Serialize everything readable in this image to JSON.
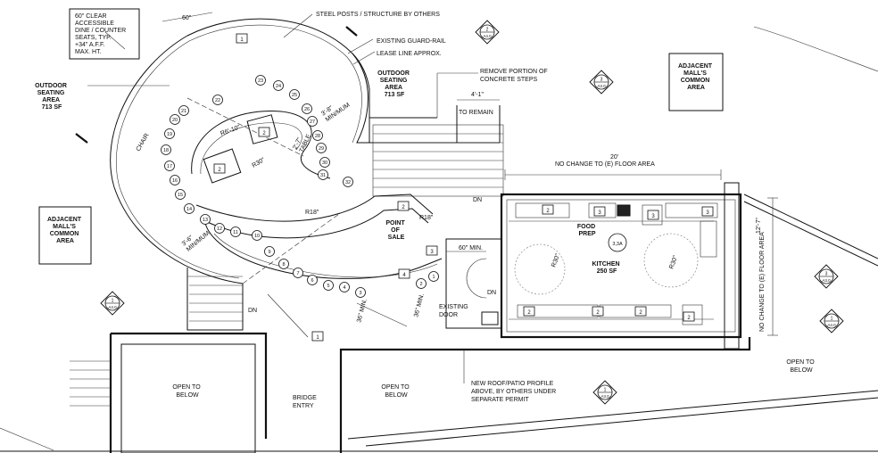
{
  "notes": {
    "seating_note": [
      "60\" CLEAR",
      "ACCESSIBLE",
      "DINE / COUNTER",
      "SEATS, TYP.",
      "+34\" A.F.F.",
      "MAX. HT."
    ],
    "steel_posts": "STEEL POSTS / STRUCTURE BY OTHERS",
    "guard_rail": "EXISTING GUARD-RAIL",
    "lease_line": "LEASE LINE APPROX.",
    "remove_steps": [
      "REMOVE PORTION OF",
      "CONCRETE STEPS"
    ],
    "to_remain": "TO REMAIN",
    "dim_4_1": "4'-1\"",
    "new_roof": [
      "NEW ROOF/PATIO PROFILE",
      "ABOVE, BY OTHERS UNDER",
      "SEPARATE PERMIT"
    ],
    "existing_door": [
      "EXISTING",
      "DOOR"
    ],
    "bridge_entry": [
      "BRIDGE",
      "ENTRY"
    ],
    "dn": "DN",
    "no_change_top": "NO CHANGE TO (E) FLOOR AREA",
    "no_change_side": "NO CHANGE TO (E) FLOOR AREA",
    "dim_20": "20'",
    "dim_12_7": "12'-7\"",
    "dim_60_top": "60\"",
    "dim_60_min": "60\" MIN.",
    "dim_36_min_a": "36\" MIN.",
    "dim_36_min_b": "36\" MIN.",
    "dim_3_8_min": [
      "3'-8\"",
      "MIN/MUM"
    ],
    "dim_3_6_min": [
      "3'-6\"",
      "MIN/MUM"
    ],
    "dim_2_7": [
      "2'-7\"",
      "TABLE"
    ],
    "chair_label": "CHAIR",
    "r6_10": "R6'-10\"",
    "r30_a": "R30\"",
    "r18_a": "R18\"",
    "r18_b": "R18\"",
    "r30_b": "R30\"",
    "r30_c": "R30\""
  },
  "areas": {
    "outdoor_left": [
      "OUTDOOR",
      "SEATING",
      "AREA",
      "713 SF"
    ],
    "outdoor_right": [
      "OUTDOOR",
      "SEATING",
      "AREA",
      "713 SF"
    ],
    "point_of_sale": [
      "POINT",
      "OF",
      "SALE"
    ],
    "food_prep": [
      "FOOD",
      "PREP"
    ],
    "kitchen": [
      "KITCHEN",
      "250 SF"
    ],
    "adjacent_left": [
      "ADJACENT",
      "MALL'S",
      "COMMON",
      "AREA"
    ],
    "adjacent_right": [
      "ADJACENT",
      "MALL'S",
      "COMMON",
      "AREA"
    ],
    "open_below_1": [
      "OPEN TO",
      "BELOW"
    ],
    "open_below_2": [
      "OPEN TO",
      "BELOW"
    ],
    "open_below_3": [
      "OPEN TO",
      "BELOW"
    ]
  },
  "seat_numbers": [
    "1",
    "2",
    "3",
    "4",
    "5",
    "6",
    "7",
    "8",
    "9",
    "10",
    "11",
    "12",
    "13",
    "14",
    "15",
    "16",
    "17",
    "18",
    "19",
    "20",
    "21",
    "22",
    "23",
    "24",
    "25",
    "26",
    "27",
    "28",
    "29",
    "30",
    "31",
    "32"
  ],
  "equipment_tags": {
    "t1": "1",
    "t2": "2",
    "t3": "3",
    "t4": "4",
    "t3a": "3,3A"
  },
  "section_markers": [
    {
      "num": "2",
      "sheet": "A4.0"
    },
    {
      "num": "3",
      "sheet": "A3.0"
    },
    {
      "num": "1",
      "sheet": "A4.0"
    },
    {
      "num": "1",
      "sheet": "A3.0"
    },
    {
      "num": "3",
      "sheet": "A3.0"
    },
    {
      "num": "1",
      "sheet": "A4.0"
    }
  ],
  "colors": {
    "line": "#111111",
    "background": "#ffffff"
  }
}
